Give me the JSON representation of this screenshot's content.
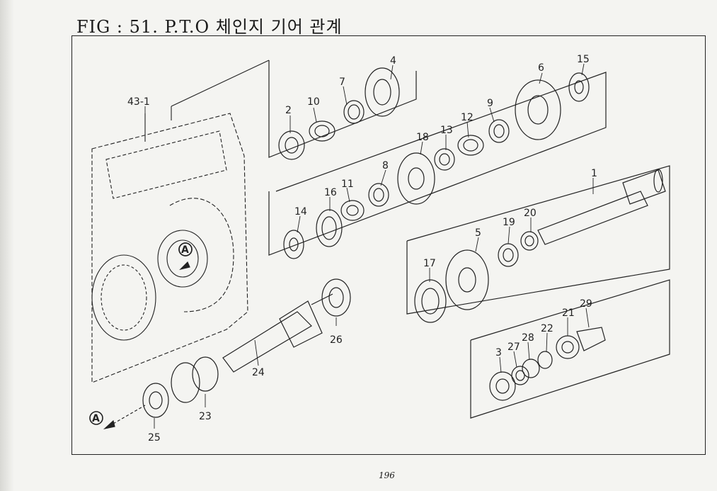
{
  "title": "FIG : 51. P.T.O 체인지 기어 관계",
  "page_number": "196",
  "callouts": {
    "c43_1": "43-1",
    "c1": "1",
    "c2": "2",
    "c3": "3",
    "c4": "4",
    "c5": "5",
    "c6": "6",
    "c7": "7",
    "c8": "8",
    "c9": "9",
    "c10": "10",
    "c11": "11",
    "c12": "12",
    "c13": "13",
    "c14": "14",
    "c15": "15",
    "c16": "16",
    "c17": "17",
    "c18": "18",
    "c19": "19",
    "c20": "20",
    "c21": "21",
    "c22": "22",
    "c23": "23",
    "c24": "24",
    "c25": "25",
    "c26": "26",
    "c27": "27",
    "c28": "28",
    "c29": "29",
    "markA1": "A",
    "markA2": "A"
  }
}
